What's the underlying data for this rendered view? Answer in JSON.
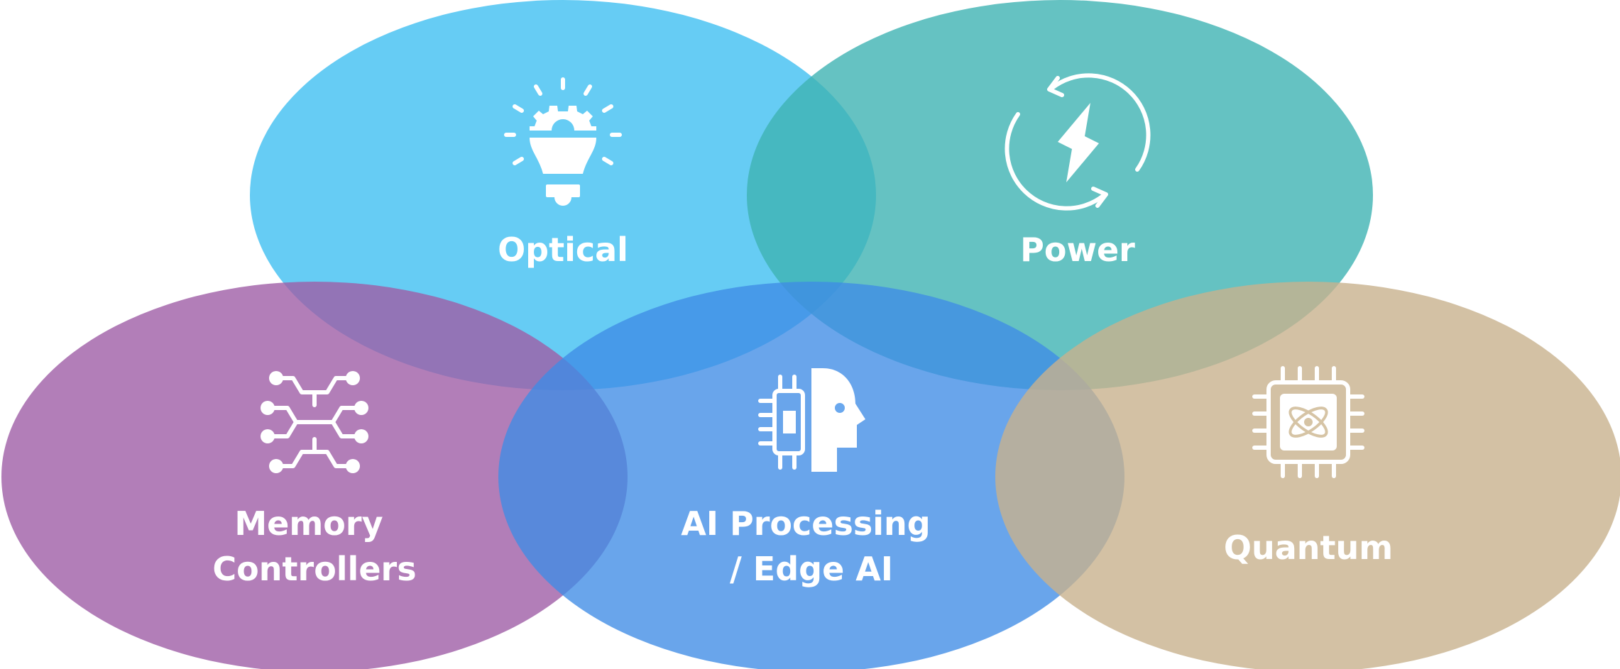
{
  "diagram": {
    "type": "overlapping-ellipses",
    "nodes": [
      {
        "id": "optical",
        "label_lines": [
          "Optical"
        ],
        "icon": "lightbulb-gear-icon",
        "color": "#49c2f2"
      },
      {
        "id": "power",
        "label_lines": [
          "Power"
        ],
        "icon": "power-cycle-bolt-icon",
        "color": "#3fb3b3"
      },
      {
        "id": "memory",
        "label_lines": [
          "Memory",
          "Controllers"
        ],
        "icon": "circuit-traces-icon",
        "color": "#9f5ea6"
      },
      {
        "id": "ai",
        "label_lines": [
          "AI Processing",
          "/ Edge AI"
        ],
        "icon": "ai-head-chip-icon",
        "color": "#3f8ce6"
      },
      {
        "id": "quantum",
        "label_lines": [
          "Quantum"
        ],
        "icon": "quantum-chip-icon",
        "color": "#c8b28d"
      }
    ]
  }
}
